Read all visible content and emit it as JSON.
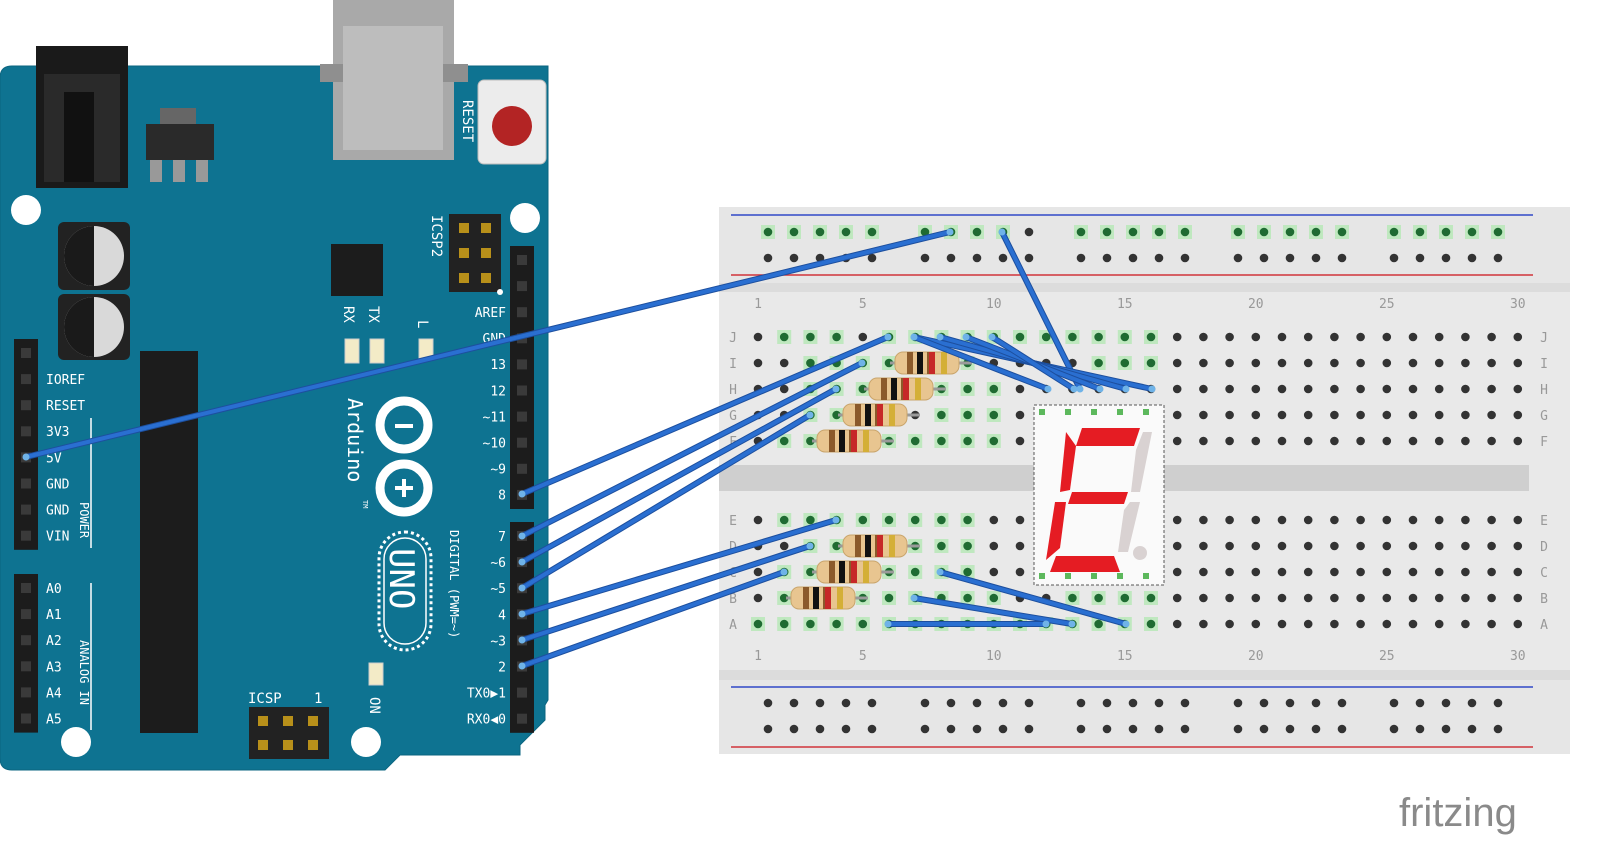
{
  "arduino": {
    "board_text": "Arduino",
    "model_text": "UNO",
    "tm": "TM",
    "reset_label": "RESET",
    "icsp2_label": "ICSP2",
    "icsp_label": "ICSP",
    "icsp_pin_one": "1",
    "rx_label": "RX",
    "tx_label": "TX",
    "l_label": "L",
    "on_label": "ON",
    "power_label": "POWER",
    "analog_label": "ANALOG IN",
    "digital_label": "DIGITAL (PWM=~)",
    "power_pins": [
      "IOREF",
      "RESET",
      "3V3",
      "5V",
      "GND",
      "GND",
      "VIN"
    ],
    "analog_pins": [
      "A0",
      "A1",
      "A2",
      "A3",
      "A4",
      "A5"
    ],
    "digital_upper": [
      "AREF",
      "GND",
      "13",
      "12",
      "~11",
      "~10",
      "~9",
      "8"
    ],
    "digital_lower": [
      "7",
      "~6",
      "~5",
      "4",
      "~3",
      "2",
      "TX0▶1",
      "RX0◀0"
    ]
  },
  "breadboard": {
    "row_letters_top": [
      "J",
      "I",
      "H",
      "G",
      "F"
    ],
    "row_letters_bottom": [
      "E",
      "D",
      "C",
      "B",
      "A"
    ],
    "column_numbers": [
      "1",
      "5",
      "10",
      "15",
      "20",
      "25",
      "30"
    ]
  },
  "display": {
    "type": "7-segment",
    "lit_segments": [
      "a",
      "f",
      "g",
      "e",
      "d"
    ],
    "lit_color": "#e51c23",
    "unlit_color": "#d9d2d2"
  },
  "wires": {
    "color": "#2a6fd1"
  },
  "brand": {
    "text": "fritzing"
  },
  "colors": {
    "board": "#0e7391",
    "background": "#ffffff"
  }
}
